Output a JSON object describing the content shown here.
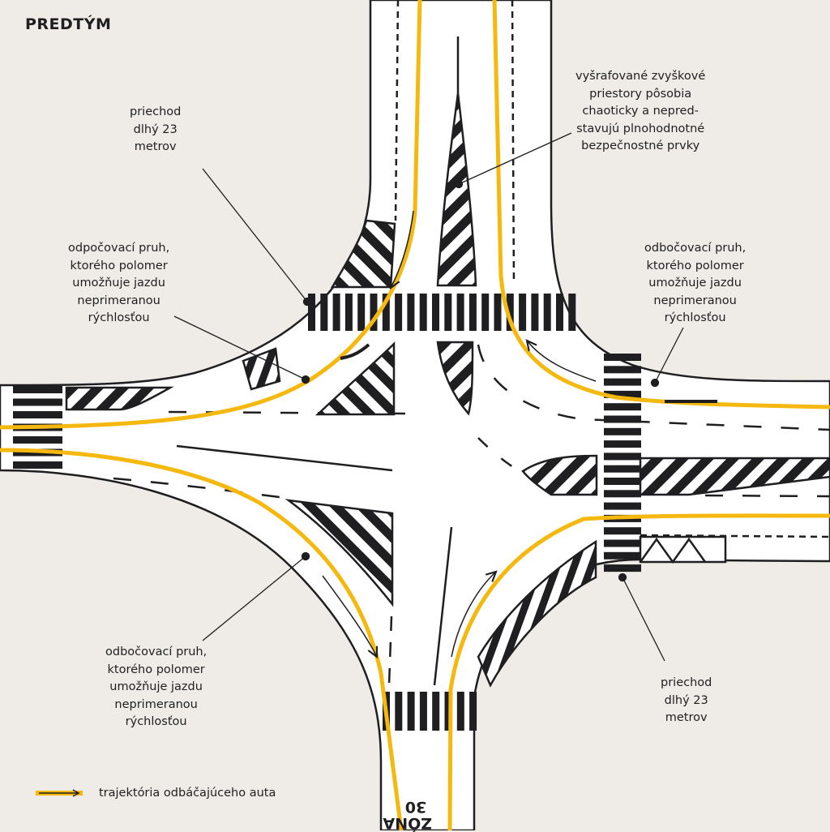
{
  "header": {
    "title": "PREDTÝM"
  },
  "colors": {
    "background": "#efebe6",
    "road": "#ffffff",
    "ink": "#1f1f22",
    "trajectory": "#f5b80f"
  },
  "annotations": [
    {
      "id": "crossing-north",
      "lines": [
        "priechod",
        "dlhý 23",
        "metrov"
      ]
    },
    {
      "id": "hatched-areas",
      "lines": [
        "vyšrafované zvyškové",
        "priestory pôsobia",
        "chaoticky a nepred-",
        "stavujú plnohodnotné",
        "bezpečnostné prvky"
      ]
    },
    {
      "id": "turn-lane-northwest",
      "lines": [
        "odpočovací pruh,",
        "ktorého polomer",
        "umožňuje jazdu",
        "neprimeranou",
        "rýchlosťou"
      ]
    },
    {
      "id": "turn-lane-east",
      "lines": [
        "odbočovací pruh,",
        "ktorého polomer",
        "umožňuje jazdu",
        "neprimeranou",
        "rýchlosťou"
      ]
    },
    {
      "id": "turn-lane-southwest",
      "lines": [
        "odbočovací pruh,",
        "ktorého polomer",
        "umožňuje jazdu",
        "neprimeranou",
        "rýchlosťou"
      ]
    },
    {
      "id": "crossing-southeast",
      "lines": [
        "priechod",
        "dlhý 23",
        "metrov"
      ]
    }
  ],
  "road_marking": {
    "lines": [
      "ZÓNA",
      "30"
    ]
  },
  "legend": {
    "icon": "trajectory-arrow-icon",
    "label": "trajektória odbáčajúceho auta"
  }
}
